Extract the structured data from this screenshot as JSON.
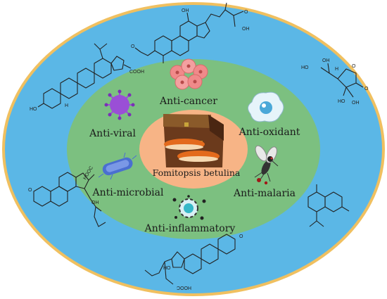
{
  "center_title": "Fomitopsis betulina",
  "activities": {
    "anticancer": "Anti-cancer",
    "antiviral": "Anti-viral",
    "antioxidant": "Anti-oxidant",
    "antimicrobial": "Anti-microbial",
    "antimalaria": "Anti-malaria",
    "antiinflammatory": "Anti-inflammatory"
  },
  "atoms": {
    "oh": "OH",
    "ho": "HO",
    "h": "H",
    "o": "O",
    "cooh": "COOH",
    "hooc": "HOOC"
  },
  "colors": {
    "outer_ring": "#5bb7e6",
    "middle_ring": "#7cc080",
    "inner_core": "#f7b486",
    "outer_border": "#f0c060"
  }
}
